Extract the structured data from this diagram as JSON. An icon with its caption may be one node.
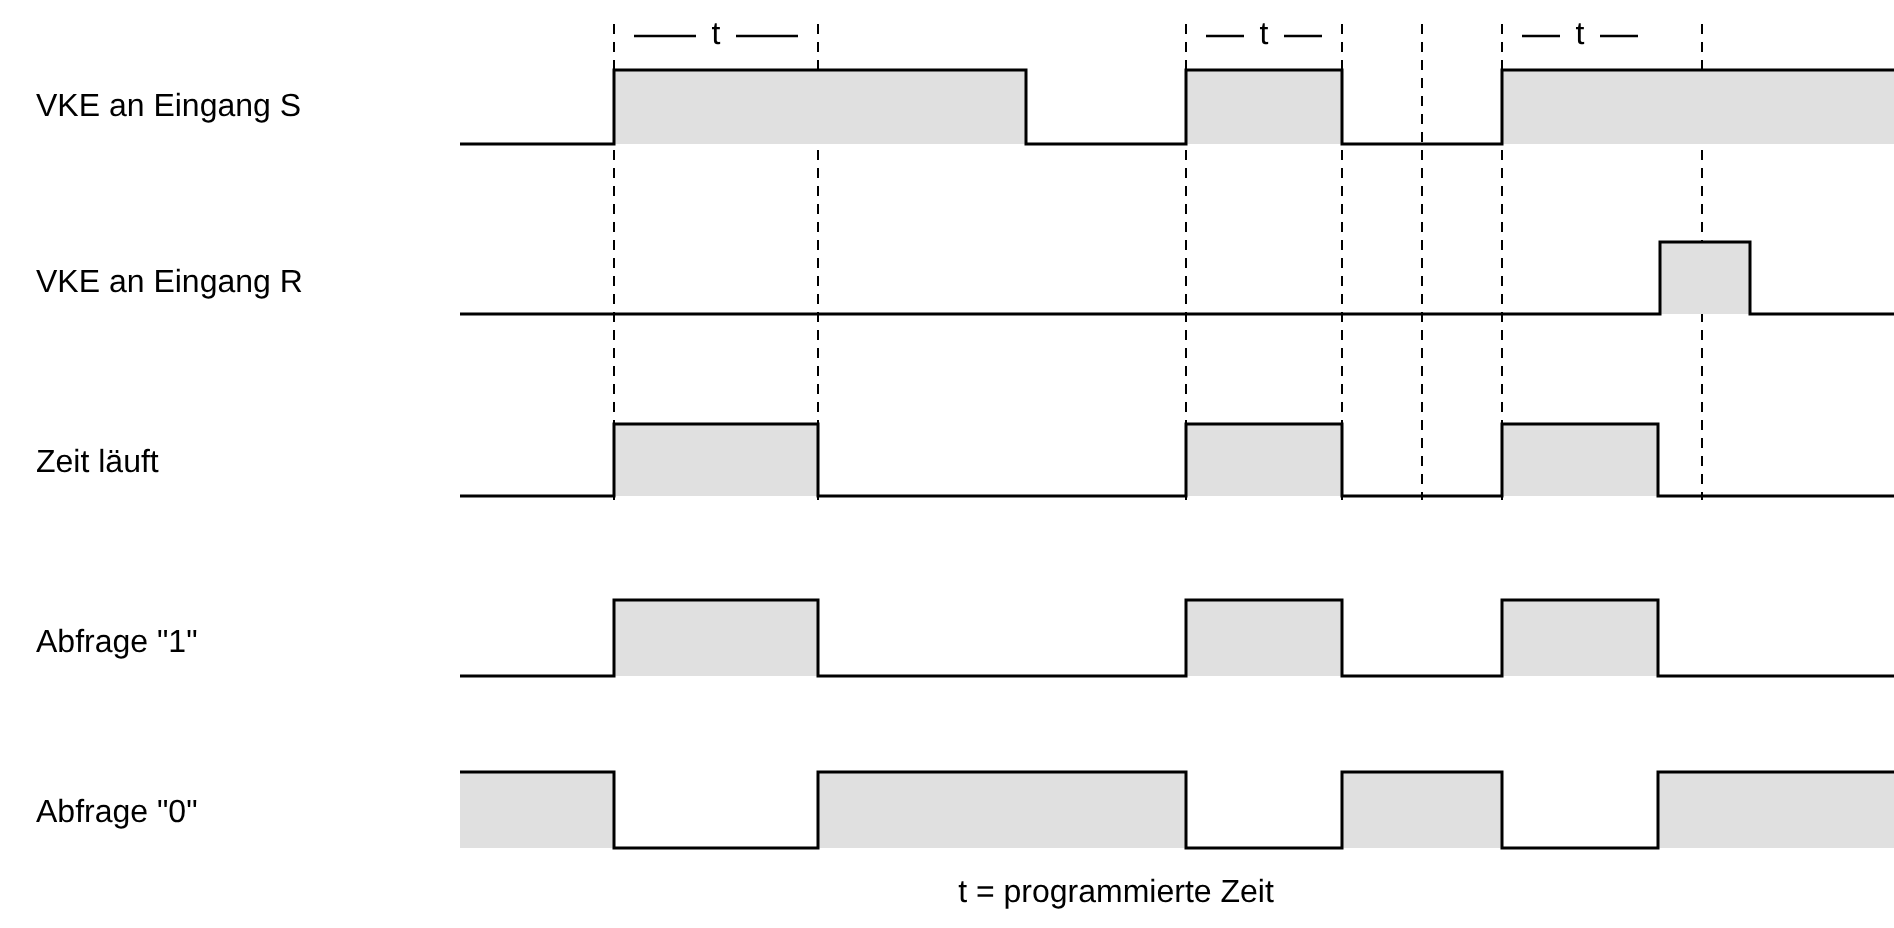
{
  "diagram": {
    "labels": [
      "t",
      "t",
      "t",
      "VKE an Eingang S",
      "VKE an Eingang R",
      "Zeit läuft",
      "Abfrage \"1\"",
      "Abfrage \"0\"",
      "t = programmierte Zeit"
    ]
  }
}
